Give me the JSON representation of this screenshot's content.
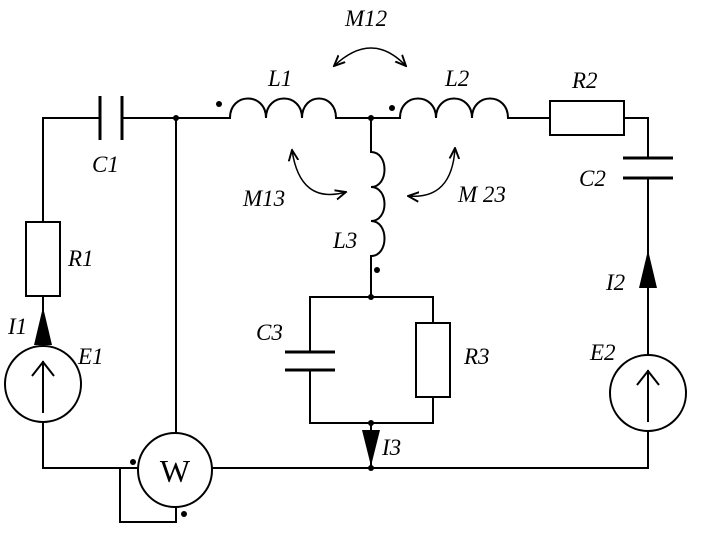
{
  "labels": {
    "M12": "M12",
    "L1": "L1",
    "L2": "L2",
    "R2": "R2",
    "C1": "C1",
    "C2": "C2",
    "M13": "M13",
    "M23": "M 23",
    "L3": "L3",
    "R1": "R1",
    "I1": "I1",
    "E1": "E1",
    "C3": "C3",
    "R3": "R3",
    "I2": "I2",
    "E2": "E2",
    "I3": "I3",
    "W": "W"
  }
}
